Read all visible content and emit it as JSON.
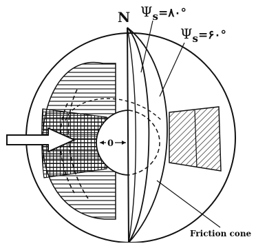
{
  "diagram": {
    "north_label": "N",
    "psi_upper": {
      "symbol": "Ψ",
      "subscript": "s",
      "value": "=۸۰°"
    },
    "psi_lower": {
      "symbol": "Ψ",
      "subscript": "s",
      "value": "=۶۰°"
    },
    "center_label": "0",
    "friction_label": "Friction cone"
  }
}
